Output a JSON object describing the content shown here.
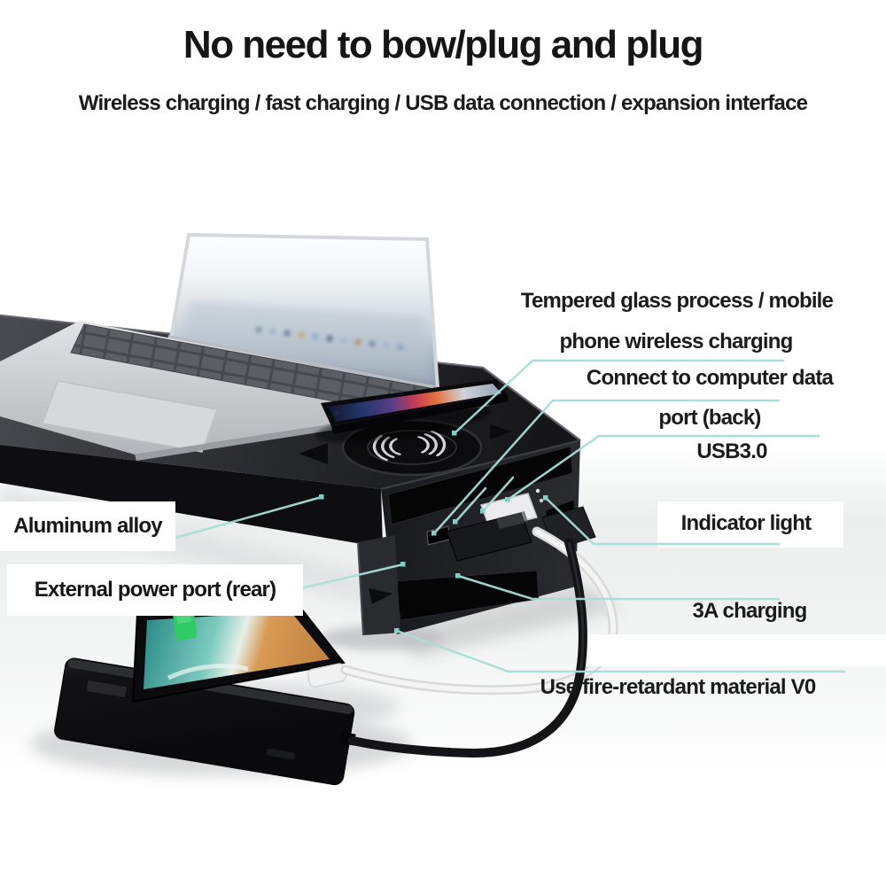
{
  "header": {
    "title": "No need to bow/plug and plug",
    "subtitle": "Wireless charging / fast charging / USB data connection / expansion interface"
  },
  "callouts": {
    "tempered_line1": "Tempered glass process / mobile",
    "tempered_line2": "phone wireless charging",
    "connect_line1": "Connect to computer data",
    "connect_line2": "port (back)",
    "usb": "USB3.0",
    "aluminum": "Aluminum alloy",
    "external_power": "External power port (rear)",
    "indicator": "Indicator light",
    "charging_3a": "3A charging",
    "fire_retardant": "Use fire-retardant material V0"
  },
  "icons": {
    "wireless_charging": "nested-arc-waves",
    "battery_charging": "green-battery"
  },
  "colors": {
    "callout_line": "#a8ded7",
    "callout_dot": "#7fd0c6",
    "battery_green": "#2ecc63",
    "text": "#1b1b1b",
    "stand_black": "#1b1c1f"
  }
}
